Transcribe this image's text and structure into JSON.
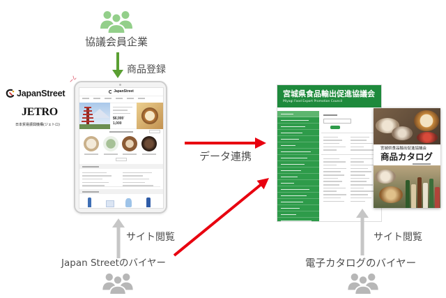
{
  "diagram": {
    "members_label": "協議会員企業",
    "register_label": "商品登録",
    "data_link_label": "データ連携",
    "left_browse_label": "サイト閲覧",
    "left_buyer_label": "Japan Streetのバイヤー",
    "right_browse_label": "サイト閲覧",
    "right_buyer_label": "電子カタログのバイヤー"
  },
  "logos": {
    "japan_street": "JapanStreet",
    "jetro": "JETRO",
    "jetro_subtitle": "日本貿易振興機構(ジェトロ)"
  },
  "tablet_site": {
    "brand": "JapanStreet",
    "banner_stat_1": "$6,000",
    "banner_stat_2": "1,000"
  },
  "council_site": {
    "title": "宮城県食品輸出促進協議会",
    "subtitle": "Miyagi Food Export Promotion Council"
  },
  "catalog": {
    "organization": "宮城県食品輸出促進協議会",
    "title": "商品カタログ"
  },
  "colors": {
    "member_icon": "#93cf8a",
    "register_arrow": "#5a9f32",
    "data_link_arrow": "#e8000f",
    "browse_arrow": "#c6c6c6",
    "buyer_icon": "#b7b7b7",
    "council_green": "#1e8a3c"
  },
  "icons": {
    "members": "people-group-icon",
    "left_buyers": "people-group-icon",
    "right_buyers": "people-group-icon"
  }
}
